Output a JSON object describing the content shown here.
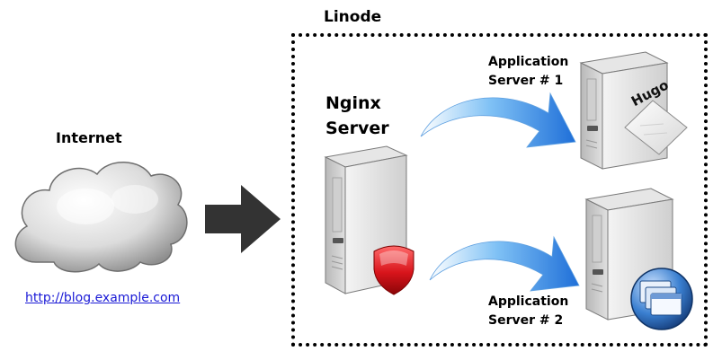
{
  "internet": {
    "title": "Internet",
    "link_text": "http://blog.example.com"
  },
  "linode": {
    "title": "Linode"
  },
  "nginx": {
    "line1": "Nginx",
    "line2": "Server"
  },
  "app_server_1": {
    "line1": "Application",
    "line2": "Server # 1",
    "badge": "Hugo"
  },
  "app_server_2": {
    "line1": "Application",
    "line2": "Server # 2"
  },
  "colors": {
    "arrow_dark": "#333333",
    "arrow_blue": "#3a8fe6",
    "shield_red": "#d8141b",
    "link_blue": "#1a1ad6"
  },
  "icons": [
    "cloud-icon",
    "right-arrow-icon",
    "server-icon",
    "shield-icon",
    "curved-arrow-icon",
    "document-icon",
    "windows-icon"
  ]
}
